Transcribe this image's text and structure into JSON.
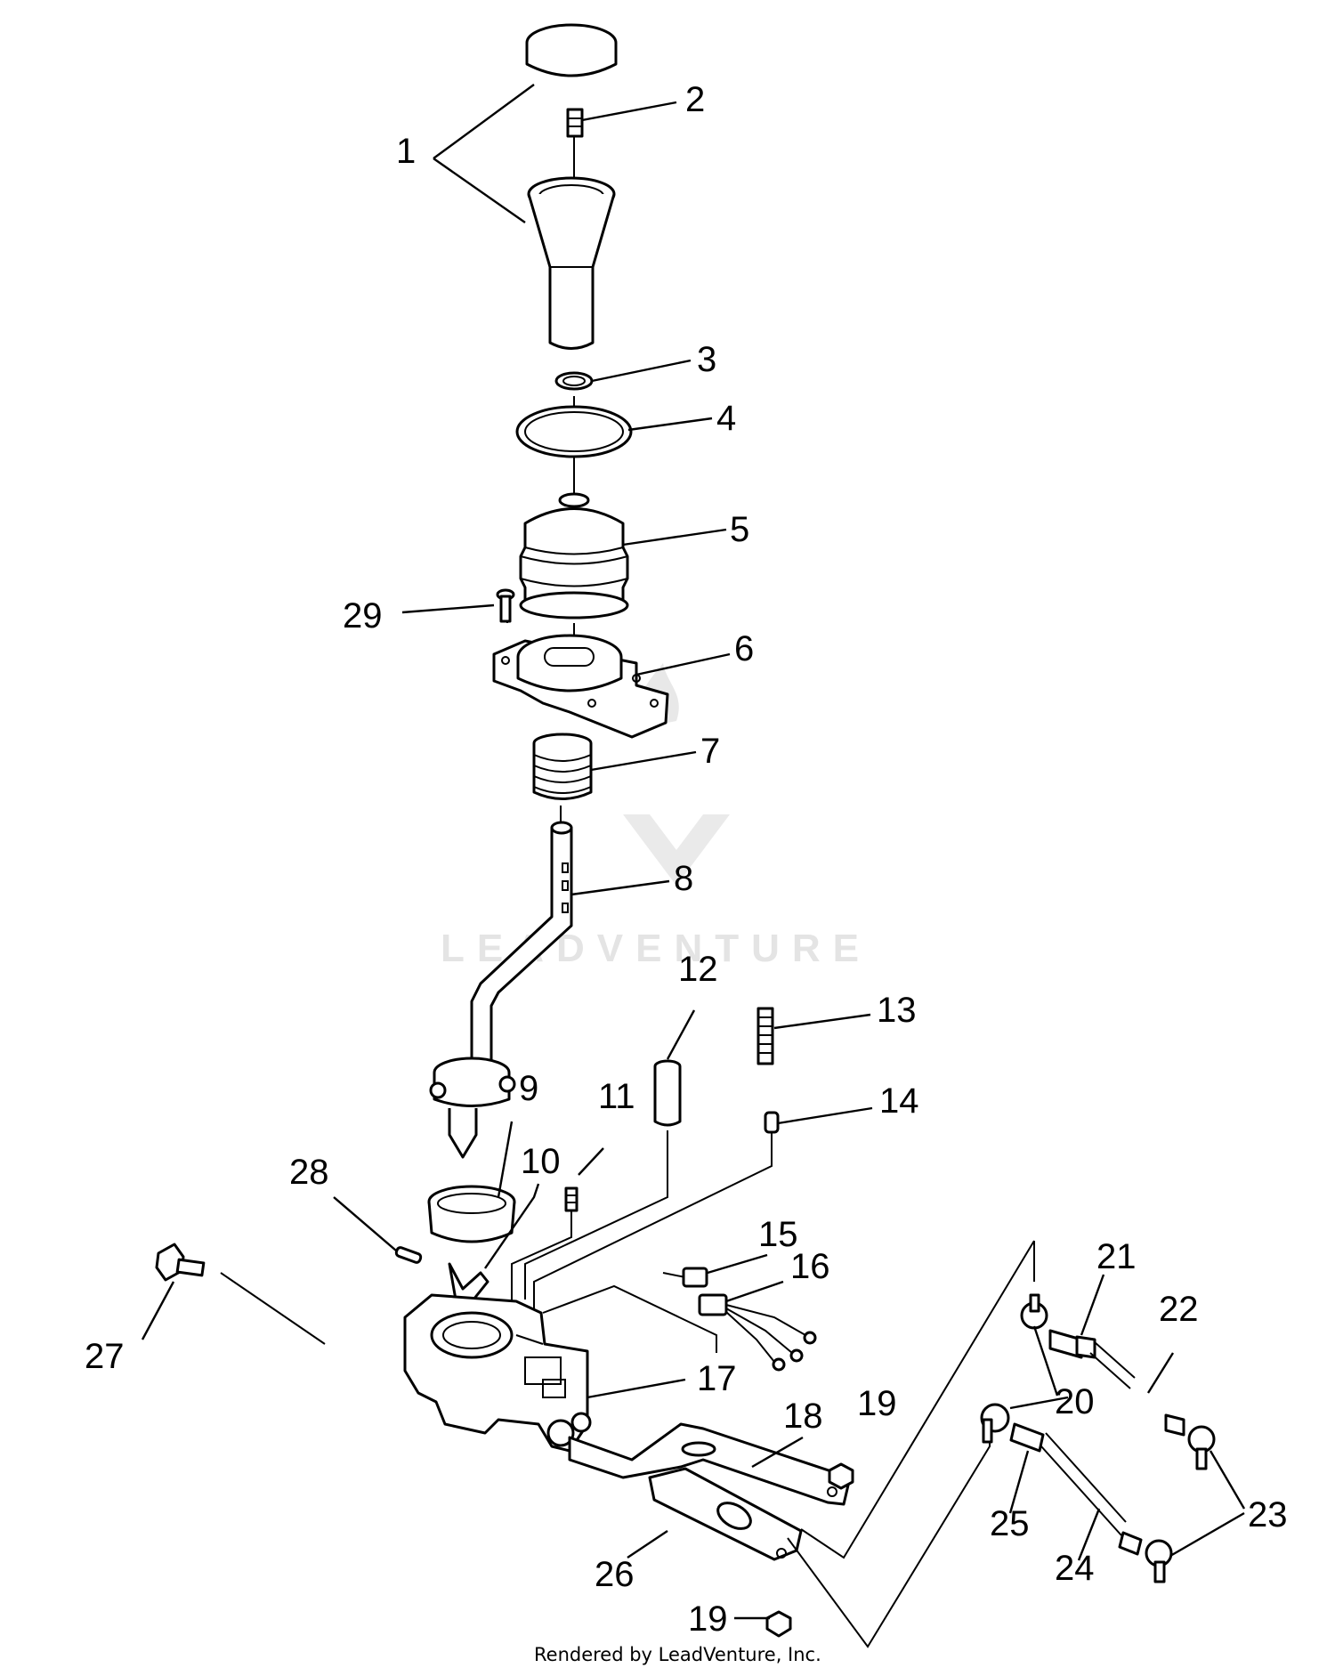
{
  "diagram": {
    "callouts": [
      {
        "id": "1",
        "text": "1"
      },
      {
        "id": "2",
        "text": "2"
      },
      {
        "id": "3",
        "text": "3"
      },
      {
        "id": "4",
        "text": "4"
      },
      {
        "id": "5",
        "text": "5"
      },
      {
        "id": "6",
        "text": "6"
      },
      {
        "id": "7",
        "text": "7"
      },
      {
        "id": "8",
        "text": "8"
      },
      {
        "id": "9",
        "text": "9"
      },
      {
        "id": "10",
        "text": "10"
      },
      {
        "id": "11",
        "text": "11"
      },
      {
        "id": "12",
        "text": "12"
      },
      {
        "id": "13",
        "text": "13"
      },
      {
        "id": "14",
        "text": "14"
      },
      {
        "id": "15",
        "text": "15"
      },
      {
        "id": "16",
        "text": "16"
      },
      {
        "id": "17",
        "text": "17"
      },
      {
        "id": "18",
        "text": "18"
      },
      {
        "id": "19a",
        "text": "19"
      },
      {
        "id": "19b",
        "text": "19"
      },
      {
        "id": "20",
        "text": "20"
      },
      {
        "id": "21",
        "text": "21"
      },
      {
        "id": "22",
        "text": "22"
      },
      {
        "id": "23",
        "text": "23"
      },
      {
        "id": "24",
        "text": "24"
      },
      {
        "id": "25",
        "text": "25"
      },
      {
        "id": "26",
        "text": "26"
      },
      {
        "id": "27",
        "text": "27"
      },
      {
        "id": "28",
        "text": "28"
      },
      {
        "id": "29",
        "text": "29"
      }
    ],
    "watermark": "LEADVENTURE",
    "footer": "Rendered by LeadVenture, Inc."
  },
  "colors": {
    "ink": "#000000",
    "background": "#ffffff",
    "watermark": "#e4e4e4"
  }
}
